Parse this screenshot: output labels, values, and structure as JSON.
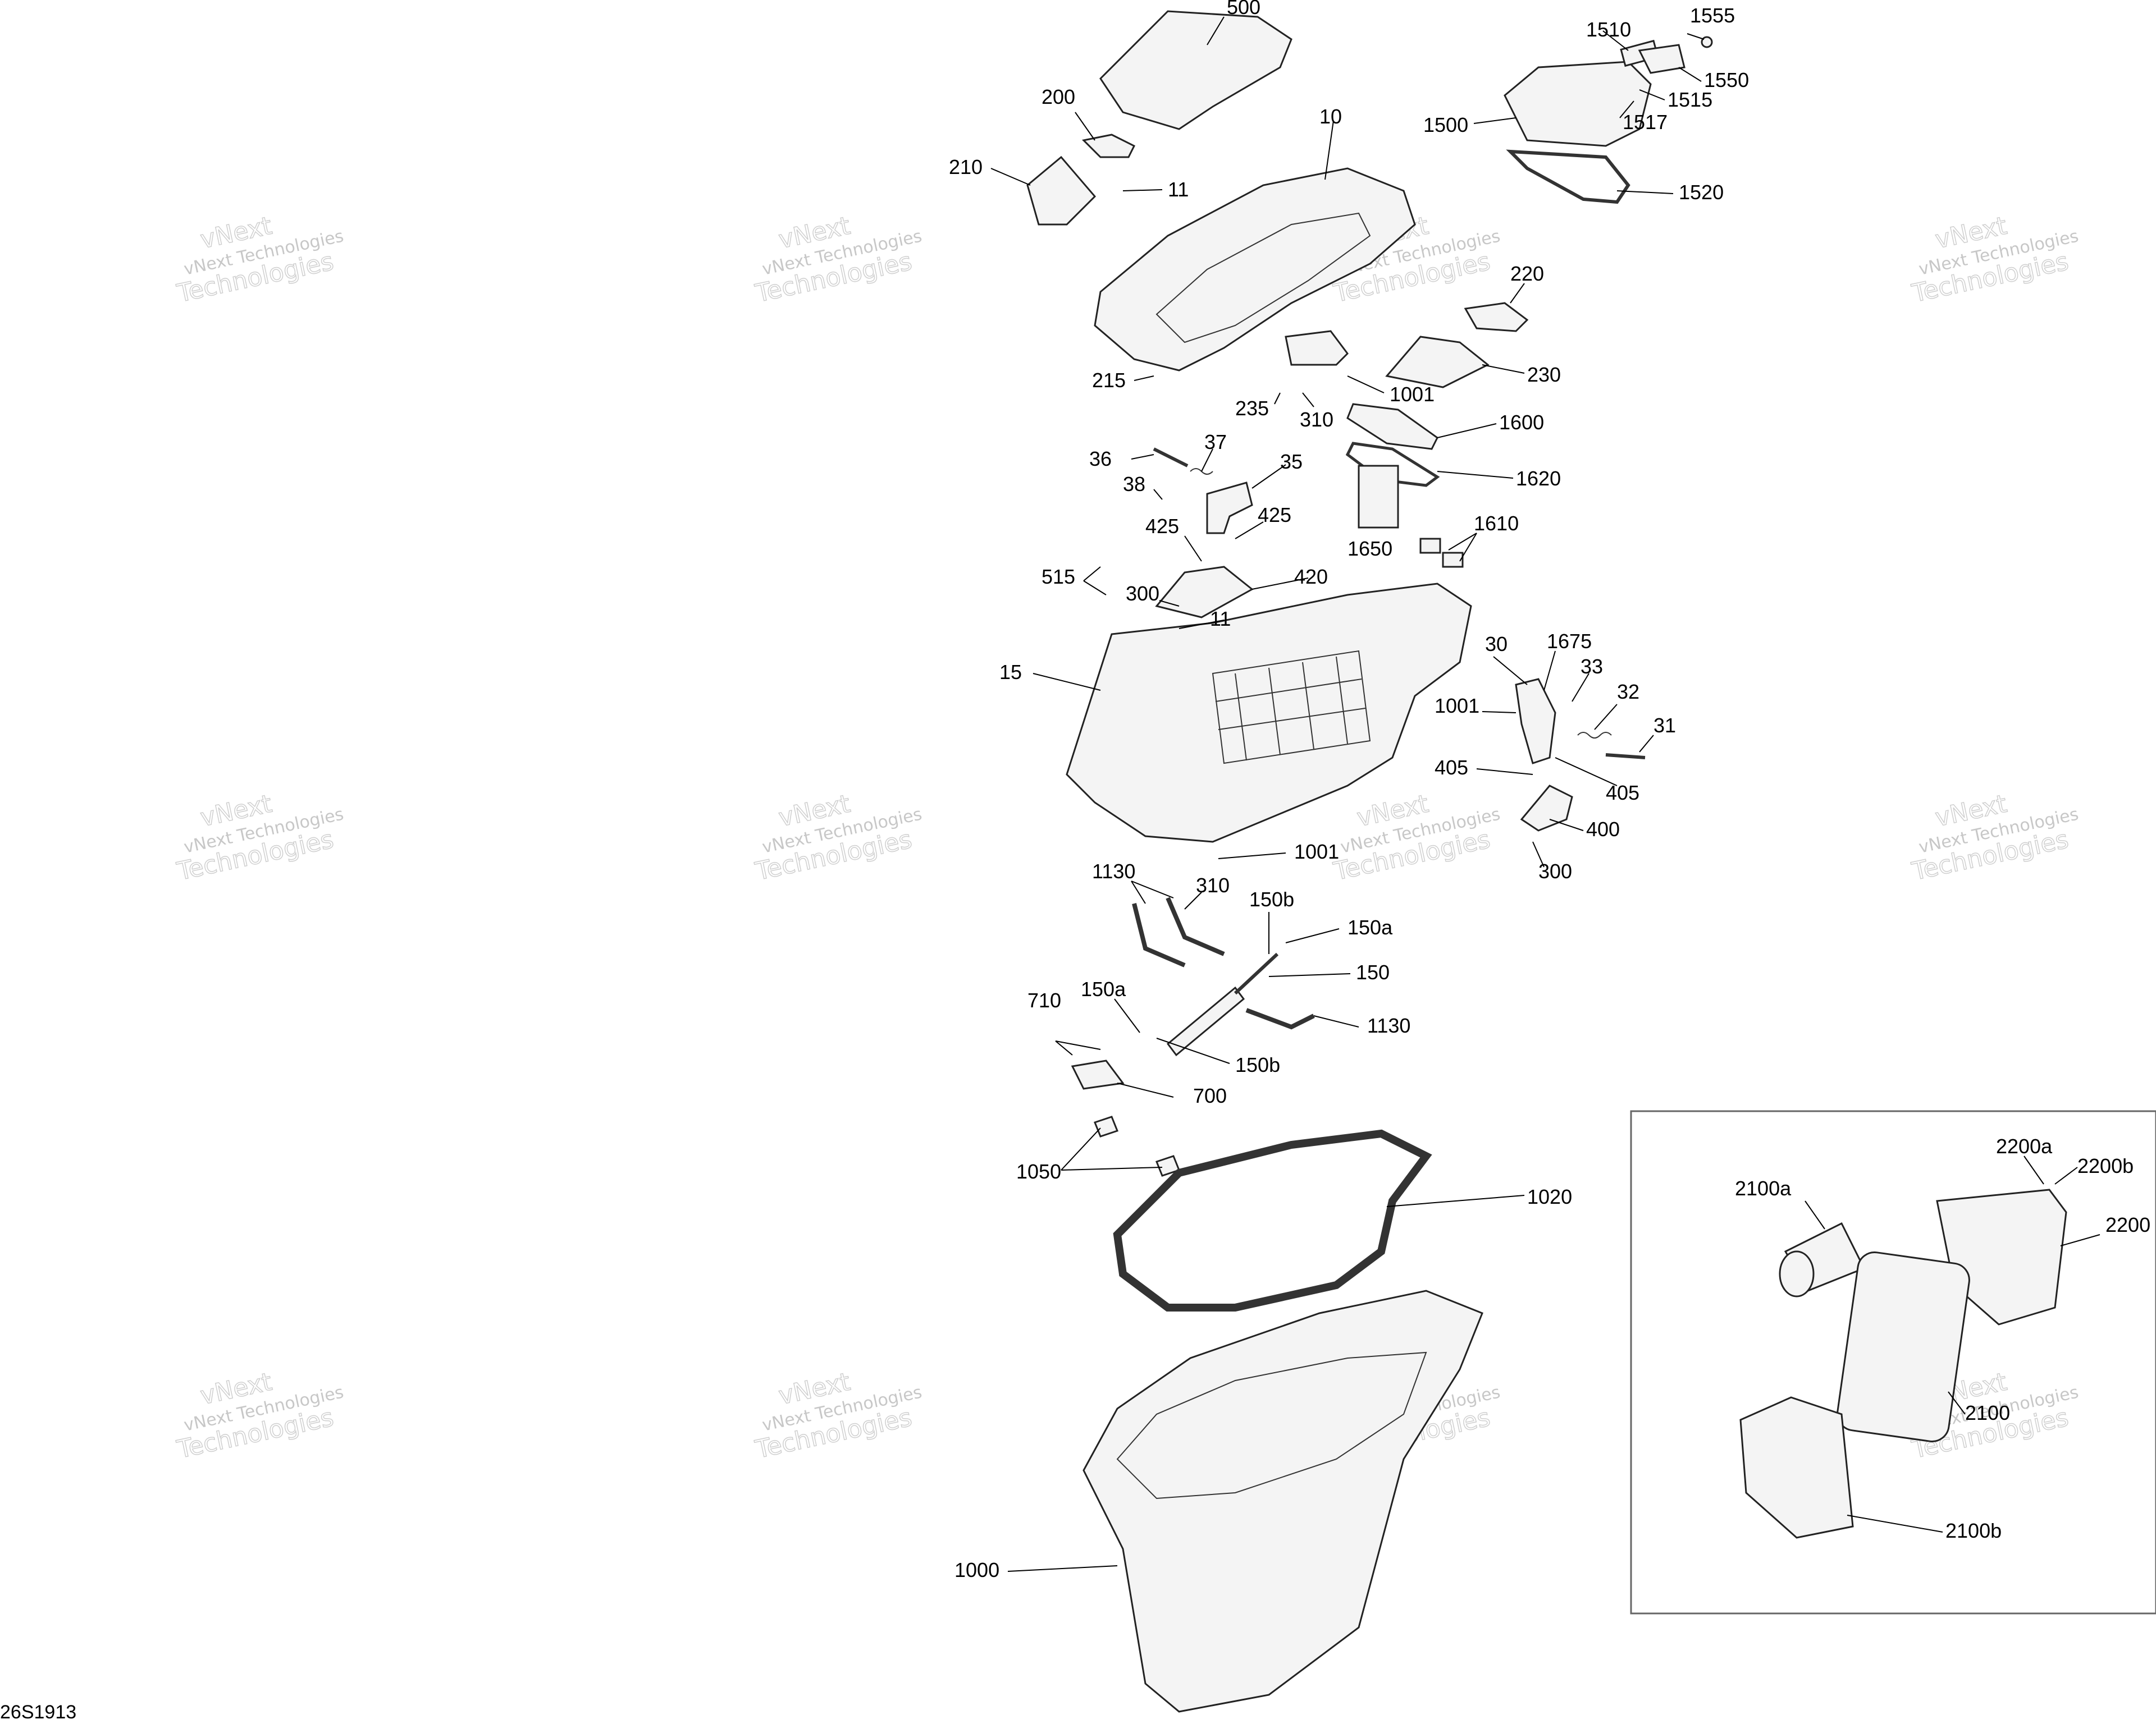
{
  "diagram": {
    "reference": "26S1913",
    "watermark": {
      "line1": "vNext",
      "line2": "vNext Technologies",
      "line3": "Technologies"
    },
    "labels": [
      "500",
      "200",
      "210",
      "11",
      "10",
      "1510",
      "1555",
      "1550",
      "1515",
      "1517",
      "1500",
      "1520",
      "220",
      "230",
      "215",
      "235",
      "310",
      "1001",
      "1600",
      "36",
      "37",
      "35",
      "38",
      "1620",
      "425",
      "425",
      "1650",
      "1610",
      "515",
      "300",
      "11",
      "420",
      "15",
      "30",
      "1675",
      "33",
      "32",
      "31",
      "1001",
      "405",
      "405",
      "400",
      "300",
      "1001",
      "1130",
      "310",
      "150b",
      "150a",
      "150",
      "1130",
      "710",
      "150a",
      "150b",
      "700",
      "1050",
      "1020",
      "1000",
      "2200a",
      "2200b",
      "2100a",
      "2200",
      "2100",
      "2100b"
    ]
  }
}
